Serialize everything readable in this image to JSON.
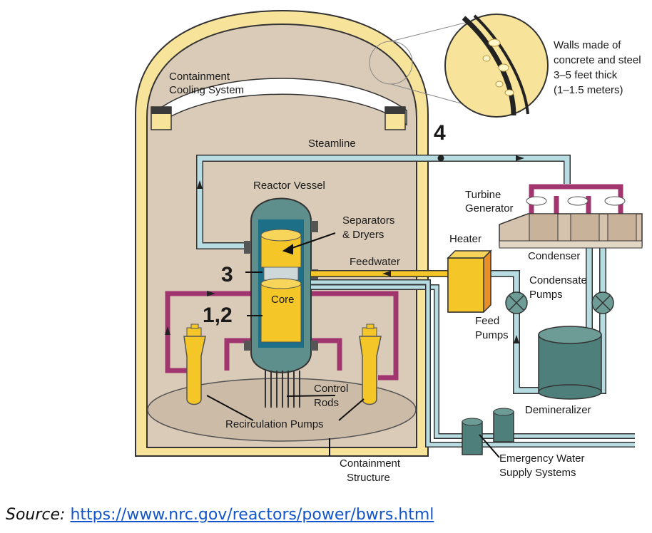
{
  "labels": {
    "containment_cooling": [
      "Containment",
      "Cooling System"
    ],
    "walls": [
      "Walls made of",
      "concrete and steel",
      "3–5 feet thick",
      "(1–1.5 meters)"
    ],
    "steamline": "Steamline",
    "reactor_vessel": "Reactor Vessel",
    "turbine_generator": [
      "Turbine",
      "Generator"
    ],
    "separators": [
      "Separators",
      "& Dryers"
    ],
    "heater": "Heater",
    "feedwater": "Feedwater",
    "condenser": "Condenser",
    "condensate_pumps": [
      "Condensate",
      "Pumps"
    ],
    "core": "Core",
    "feed_pumps": [
      "Feed",
      "Pumps"
    ],
    "control_rods": [
      "Control",
      "Rods"
    ],
    "demineralizer": "Demineralizer",
    "recirculation_pumps": "Recirculation Pumps",
    "containment_structure": [
      "Containment",
      "Structure"
    ],
    "emergency_water": [
      "Emergency Water",
      "Supply Systems"
    ]
  },
  "markers": {
    "m4": "4",
    "m3": "3",
    "m12": "1,2"
  },
  "caption": {
    "prefix": "Source:",
    "link": "https://www.nrc.gov/reactors/power/bwrs.html"
  },
  "colors": {
    "containment_wall": "#f8e39a",
    "containment_interior": "#d9cbb8",
    "steam_pipe": "#b7dde3",
    "recirc_pipe": "#a1356f",
    "vessel": "#5f8f8c",
    "core": "#f4c628",
    "heater": "#f4c628",
    "pump": "#6d9c97"
  }
}
